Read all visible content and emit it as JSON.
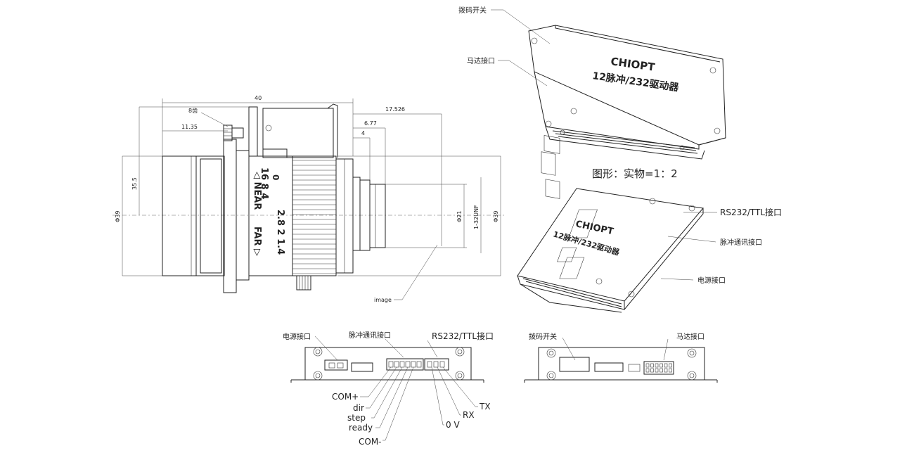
{
  "lens": {
    "dims": {
      "overall_length": "40",
      "gear_teeth": "8齿",
      "gear_offset": "11.35",
      "flange_back": "17.526",
      "back_a": "6.77",
      "back_b": "4",
      "height_35_5": "35.5",
      "dia_39_left": "Φ39",
      "dia_39_right": "Φ39",
      "dia_21": "Φ21",
      "thread": "1-32UNF"
    },
    "markings": {
      "aperture_top": "16 8 4",
      "near": "◁ NEAR",
      "distances": "2.8  2  1.4",
      "far": "FAR ▷",
      "zero": "0"
    },
    "image_label": "image"
  },
  "driver_top": {
    "brand": "CHIOPT",
    "model": "12脉冲/232驱动器",
    "callout_dip": "拨码开关",
    "callout_motor": "马达接口",
    "scale_note": "图形：实物=1：2"
  },
  "driver_mid": {
    "brand": "CHIOPT",
    "model": "12脉冲/232驱动器",
    "callout_rs232": "RS232/TTL接口",
    "callout_pulse": "脉冲通讯接口",
    "callout_power": "电源接口"
  },
  "front_view": {
    "callout_power": "电源接口",
    "callout_pulse": "脉冲通讯接口",
    "callout_rs232": "RS232/TTL接口",
    "pins": {
      "com_plus": "COM+",
      "dir": "dir",
      "step": "step",
      "ready": "ready",
      "com_minus": "COM-",
      "tx": "TX",
      "rx": "RX",
      "zero_v": "0 V"
    }
  },
  "back_view": {
    "callout_dip": "拨码开关",
    "callout_motor": "马达接口"
  }
}
